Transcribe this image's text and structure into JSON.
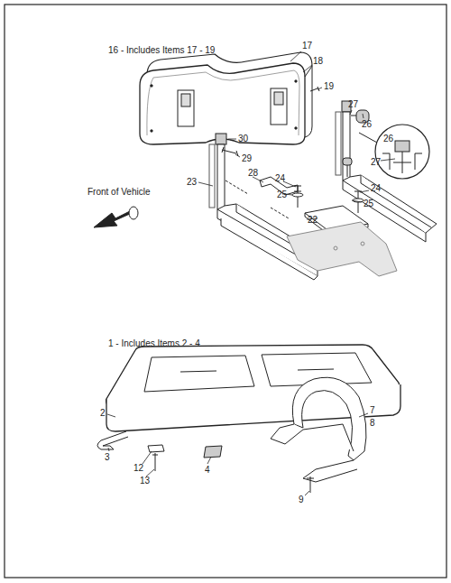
{
  "diagram": {
    "labels": [
      "16 - Includes Items 17 - 19",
      "17",
      "18",
      "19",
      "27",
      "26",
      "26",
      "27",
      "30",
      "29",
      "Front of Vehicle",
      "28",
      "23",
      "24",
      "25",
      "24",
      "25",
      "22",
      "1 - Includes Items 2 - 4",
      "2",
      "7",
      "8",
      "3",
      "12",
      "4",
      "13",
      "9"
    ]
  }
}
